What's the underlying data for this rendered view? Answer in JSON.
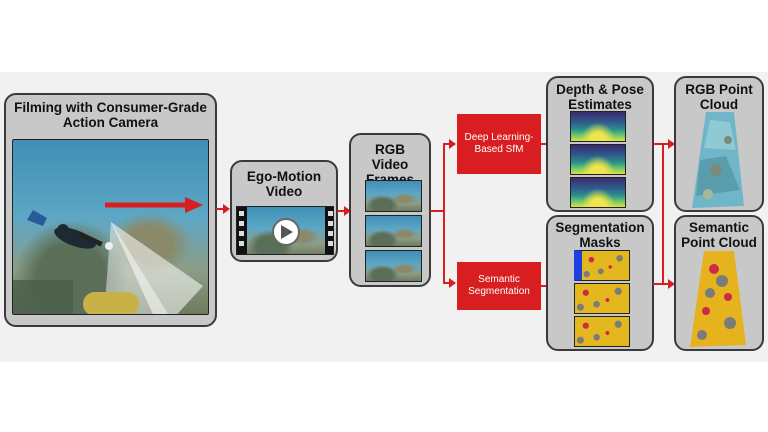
{
  "colors": {
    "accent": "#d81e20",
    "box": "#c8c8c8"
  },
  "stages": {
    "filming": "Filming with Consumer-Grade Action Camera",
    "ego_video": "Ego-Motion Video",
    "rgb_frames": "RGB Video Frames",
    "depth_pose": "Depth & Pose Estimates",
    "seg_masks": "Segmentation Masks",
    "rgb_cloud": "RGB Point Cloud",
    "sem_cloud": "Semantic Point Cloud"
  },
  "methods": {
    "sfm": "Deep Learning-Based SfM",
    "semseg": "Semantic Segmentation"
  },
  "icons": [
    "play-icon",
    "film-strip-icon",
    "motion-arrow-icon"
  ]
}
